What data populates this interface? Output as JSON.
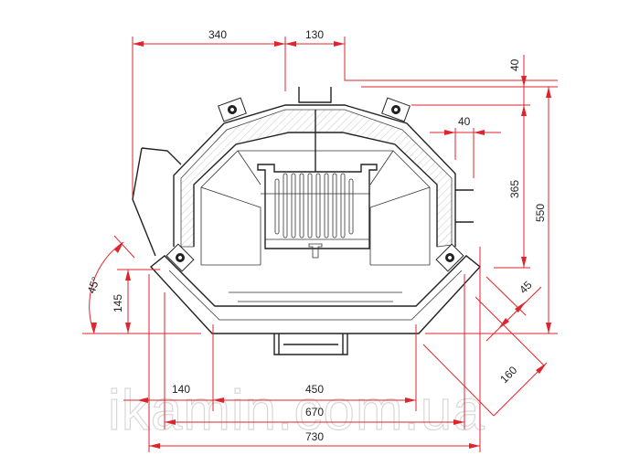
{
  "dimensions": {
    "top_left_width": "340",
    "top_offset": "130",
    "top_right_gap": "40",
    "side_step": "40",
    "side_depth": "365",
    "total_depth": "550",
    "corner_depth": "45",
    "corner_width": "160",
    "front_height": "145",
    "angle": "45°",
    "left_offset": "140",
    "opening_width": "450",
    "inner_width": "670",
    "total_width": "730"
  },
  "watermark": "ikamin.com.ua",
  "colors": {
    "dimension_line": "#e0242b",
    "drawing_line": "#222222"
  }
}
